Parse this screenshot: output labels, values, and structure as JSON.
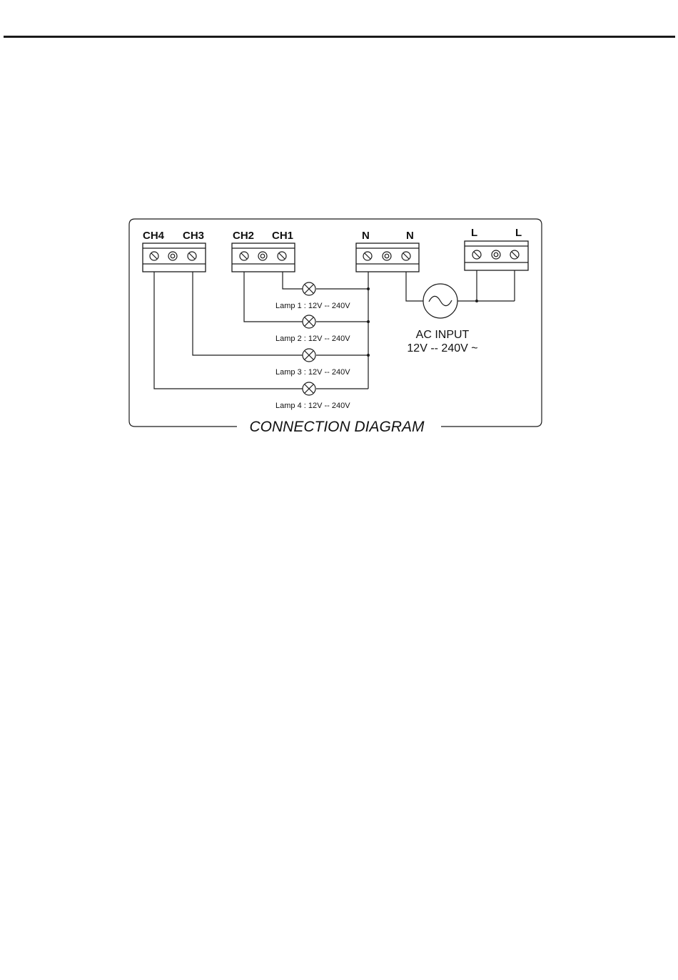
{
  "terminal_blocks": [
    {
      "id": "tb-ch",
      "labels": [
        "CH4",
        "CH3"
      ]
    },
    {
      "id": "tb-ch12",
      "labels": [
        "CH2",
        "CH1"
      ]
    },
    {
      "id": "tb-n",
      "labels": [
        "N",
        "N"
      ]
    },
    {
      "id": "tb-l",
      "labels": [
        "L",
        "L"
      ]
    }
  ],
  "lamps": [
    {
      "label": "Lamp 1 : 12V -- 240V"
    },
    {
      "label": "Lamp 2 : 12V -- 240V"
    },
    {
      "label": "Lamp 3 : 12V -- 240V"
    },
    {
      "label": "Lamp 4 : 12V -- 240V"
    }
  ],
  "ac_input": {
    "line1": "AC  INPUT",
    "line2": "12V -- 240V ~"
  },
  "title": "CONNECTION DIAGRAM",
  "icons": [
    "screw-terminal-icon",
    "lamp-icon",
    "ac-source-icon"
  ]
}
